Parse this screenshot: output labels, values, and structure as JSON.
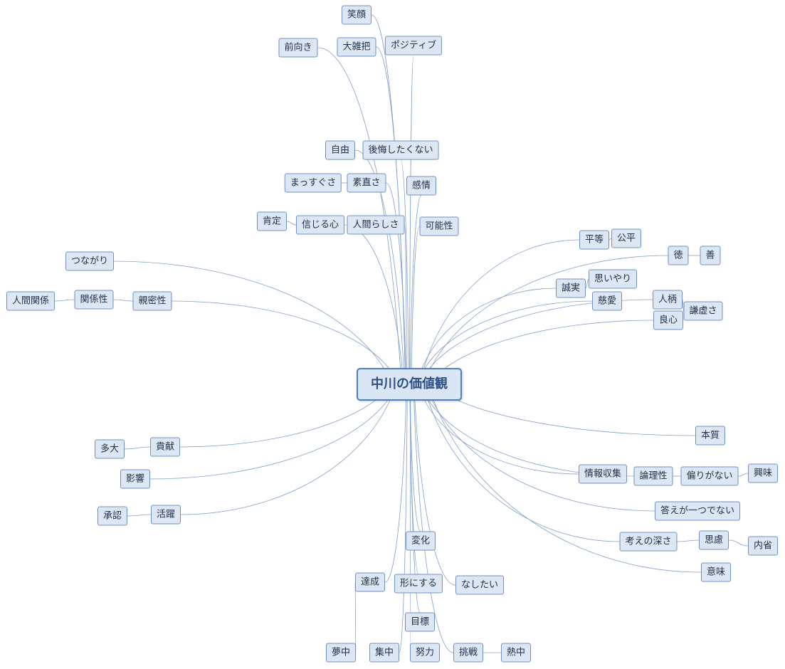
{
  "colors": {
    "link": "#7f9fcc",
    "node_fill": "#dde7f4",
    "node_border": "#6f91c3",
    "root_border": "#4f7fc0"
  },
  "root": {
    "id": "root",
    "label": "中川の価値観"
  },
  "nodes": [
    {
      "id": "n1",
      "label": "笑顔",
      "parent": "root"
    },
    {
      "id": "n2",
      "label": "前向き",
      "parent": "root"
    },
    {
      "id": "n3",
      "label": "大雑把",
      "parent": "root"
    },
    {
      "id": "n4",
      "label": "ポジティブ",
      "parent": "root"
    },
    {
      "id": "n5",
      "label": "自由",
      "parent": "root"
    },
    {
      "id": "n6",
      "label": "後悔したくない",
      "parent": "root"
    },
    {
      "id": "n7",
      "label": "まっすぐさ",
      "parent": "n8"
    },
    {
      "id": "n8",
      "label": "素直さ",
      "parent": "root"
    },
    {
      "id": "n9",
      "label": "感情",
      "parent": "root"
    },
    {
      "id": "n10",
      "label": "肯定",
      "parent": "n11"
    },
    {
      "id": "n11",
      "label": "信じる心",
      "parent": "root"
    },
    {
      "id": "n12",
      "label": "人間らしさ",
      "parent": "root"
    },
    {
      "id": "n13",
      "label": "可能性",
      "parent": "root"
    },
    {
      "id": "n14",
      "label": "つながり",
      "parent": "root"
    },
    {
      "id": "n15",
      "label": "人間関係",
      "parent": "n16"
    },
    {
      "id": "n16",
      "label": "関係性",
      "parent": "n17"
    },
    {
      "id": "n17",
      "label": "親密性",
      "parent": "root"
    },
    {
      "id": "n18",
      "label": "平等",
      "parent": "root"
    },
    {
      "id": "n19",
      "label": "公平",
      "parent": "n18"
    },
    {
      "id": "n20",
      "label": "徳",
      "parent": "root"
    },
    {
      "id": "n21",
      "label": "善",
      "parent": "n20"
    },
    {
      "id": "n22",
      "label": "思いやり",
      "parent": "n23"
    },
    {
      "id": "n23",
      "label": "誠実",
      "parent": "root"
    },
    {
      "id": "n24",
      "label": "慈愛",
      "parent": "root"
    },
    {
      "id": "n25",
      "label": "人柄",
      "parent": "root"
    },
    {
      "id": "n26",
      "label": "謙虚さ",
      "parent": "n25"
    },
    {
      "id": "n27",
      "label": "良心",
      "parent": "root"
    },
    {
      "id": "n28",
      "label": "本質",
      "parent": "root"
    },
    {
      "id": "n29",
      "label": "情報収集",
      "parent": "root"
    },
    {
      "id": "n30",
      "label": "論理性",
      "parent": "root"
    },
    {
      "id": "n31",
      "label": "偏りがない",
      "parent": "n30"
    },
    {
      "id": "n32",
      "label": "興味",
      "parent": "n31"
    },
    {
      "id": "n33",
      "label": "答えが一つでない",
      "parent": "root"
    },
    {
      "id": "n34",
      "label": "考えの深さ",
      "parent": "root"
    },
    {
      "id": "n35",
      "label": "思慮",
      "parent": "n34"
    },
    {
      "id": "n36",
      "label": "内省",
      "parent": "n35"
    },
    {
      "id": "n37",
      "label": "意味",
      "parent": "root"
    },
    {
      "id": "n38",
      "label": "多大",
      "parent": "n39"
    },
    {
      "id": "n39",
      "label": "貢献",
      "parent": "root"
    },
    {
      "id": "n40",
      "label": "影響",
      "parent": "root"
    },
    {
      "id": "n41",
      "label": "承認",
      "parent": "n42"
    },
    {
      "id": "n42",
      "label": "活躍",
      "parent": "root"
    },
    {
      "id": "n43",
      "label": "変化",
      "parent": "root"
    },
    {
      "id": "n44",
      "label": "達成",
      "parent": "root"
    },
    {
      "id": "n45",
      "label": "形にする",
      "parent": "root"
    },
    {
      "id": "n46",
      "label": "なしたい",
      "parent": "root"
    },
    {
      "id": "n47",
      "label": "目標",
      "parent": "root"
    },
    {
      "id": "n48",
      "label": "夢中",
      "parent": "n44"
    },
    {
      "id": "n49",
      "label": "集中",
      "parent": "root"
    },
    {
      "id": "n50",
      "label": "努力",
      "parent": "root"
    },
    {
      "id": "n51",
      "label": "挑戦",
      "parent": "root"
    },
    {
      "id": "n52",
      "label": "熱中",
      "parent": "n51"
    }
  ]
}
